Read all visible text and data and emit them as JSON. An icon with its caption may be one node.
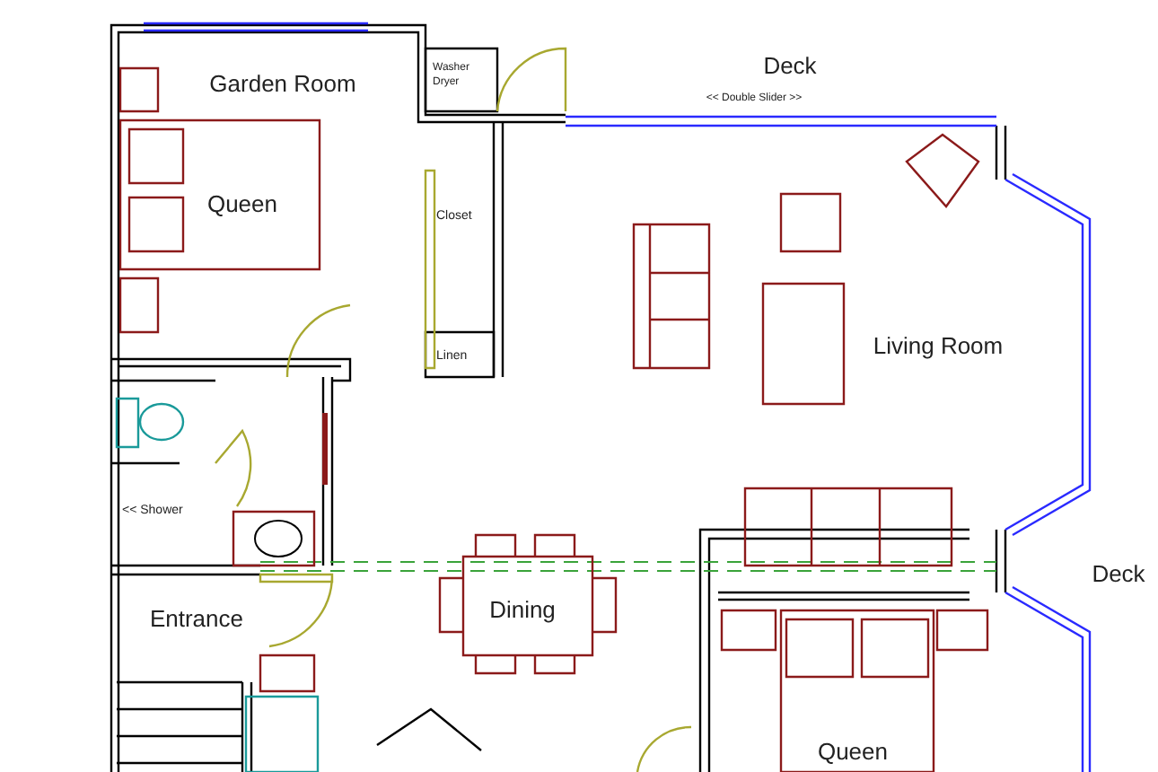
{
  "diagram": {
    "labels": [
      "Garden Room",
      "Washer Dryer",
      "Deck",
      "<< Double Slider >>",
      "Queen",
      "Closet",
      "Living Room",
      "Linen",
      "<< Shower",
      "Dining",
      "Deck",
      "Entrance",
      "Queen"
    ]
  }
}
